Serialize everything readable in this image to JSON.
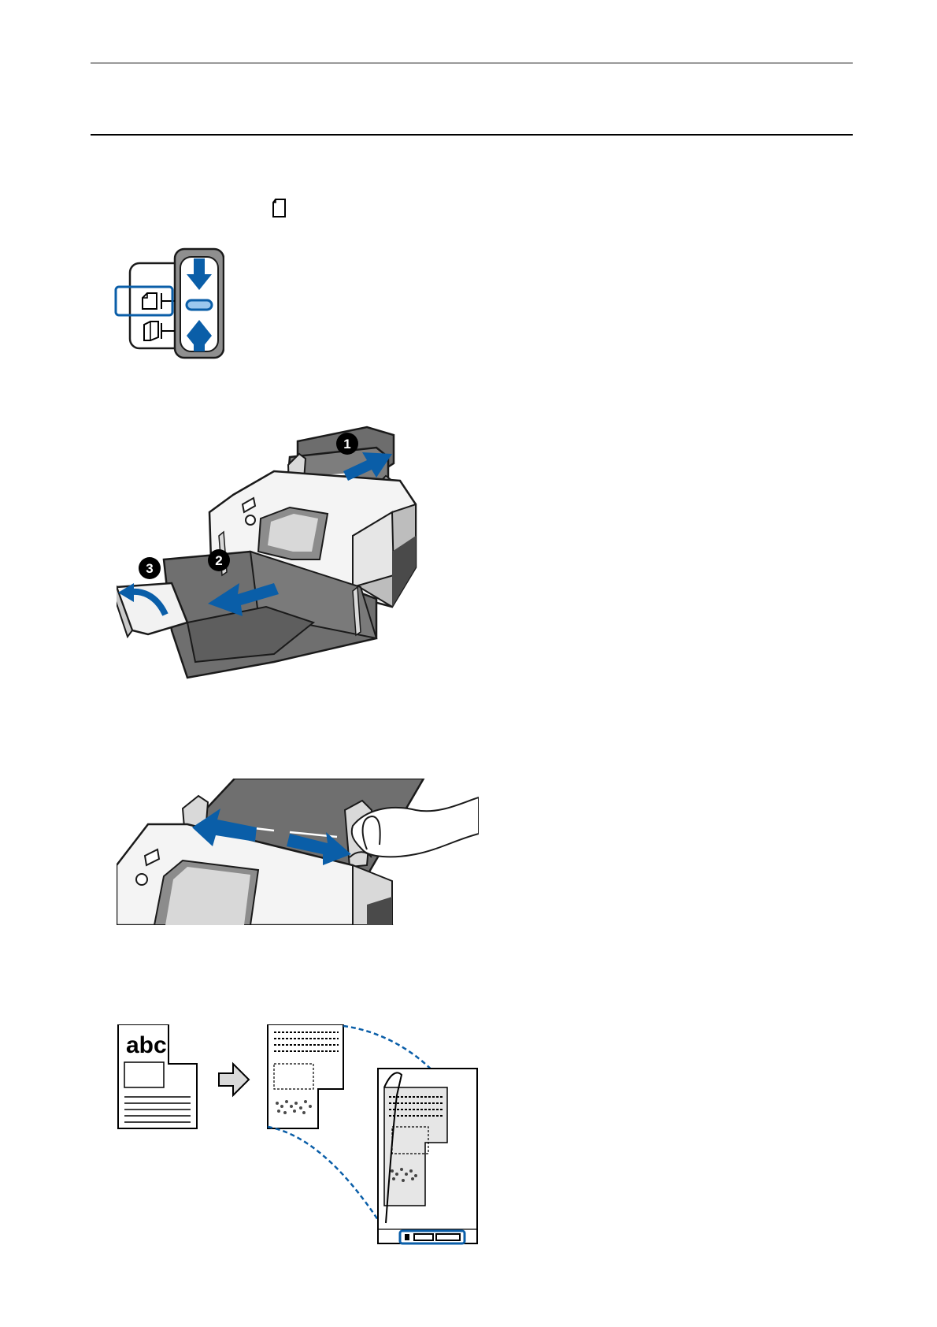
{
  "page": {
    "background": "#ffffff"
  },
  "colors": {
    "accent_blue": "#0a5ea8",
    "light_blue": "#9cc8ee",
    "gray_panel": "#8f8f8f",
    "dark_gray": "#6d6d6d",
    "light_gray": "#d9d9d9",
    "outline": "#1a1a1a"
  },
  "figures": {
    "inline_icon": "thin-paper-mode-icon",
    "mode_switch": {
      "icons": [
        "paper-mode-icon",
        "thick-paper-mode-icon",
        "arrow-down-icon",
        "arrow-up-icon"
      ]
    },
    "scanner_extend": {
      "step_numbers": [
        "1",
        "2",
        "3"
      ]
    },
    "edge_guides": {
      "icons": [
        "arrow-left-icon",
        "arrow-right-icon",
        "hand-icon"
      ]
    },
    "carrier_sheet": {
      "sample_text": "abc",
      "icons": [
        "arrow-right-icon",
        "carrier-sheet-icon"
      ]
    }
  }
}
